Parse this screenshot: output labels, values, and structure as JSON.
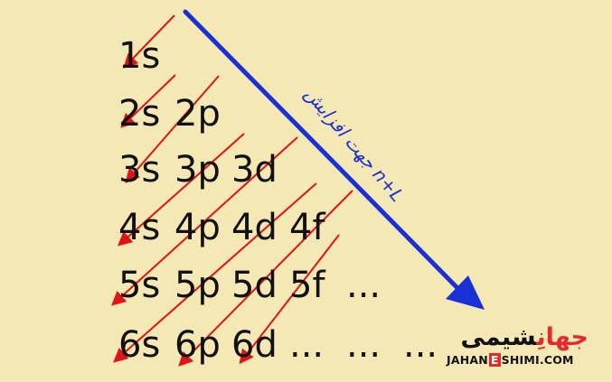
{
  "diagram": {
    "rows": [
      [
        "1s"
      ],
      [
        "2s",
        "2p"
      ],
      [
        "3s",
        "3p",
        "3d"
      ],
      [
        "4s",
        "4p",
        "4d",
        "4f"
      ],
      [
        "5s",
        "5p",
        "5d",
        "5f",
        "..."
      ],
      [
        "6s",
        "6p",
        "6d",
        "...",
        "...",
        "..."
      ]
    ],
    "axis_label": "جهت افزایش n+L",
    "colors": {
      "background": "#f4e8b4",
      "text": "#111111",
      "diagonal_arrow": "#e01414",
      "main_arrow": "#1a2fd6",
      "brand_accent": "#e4292a"
    }
  },
  "logo": {
    "name_part1": "جهانِ",
    "name_part2": "شیمی",
    "url_part1": "JAHAN",
    "url_accent": "E",
    "url_part2": "SHIMI.COM"
  }
}
